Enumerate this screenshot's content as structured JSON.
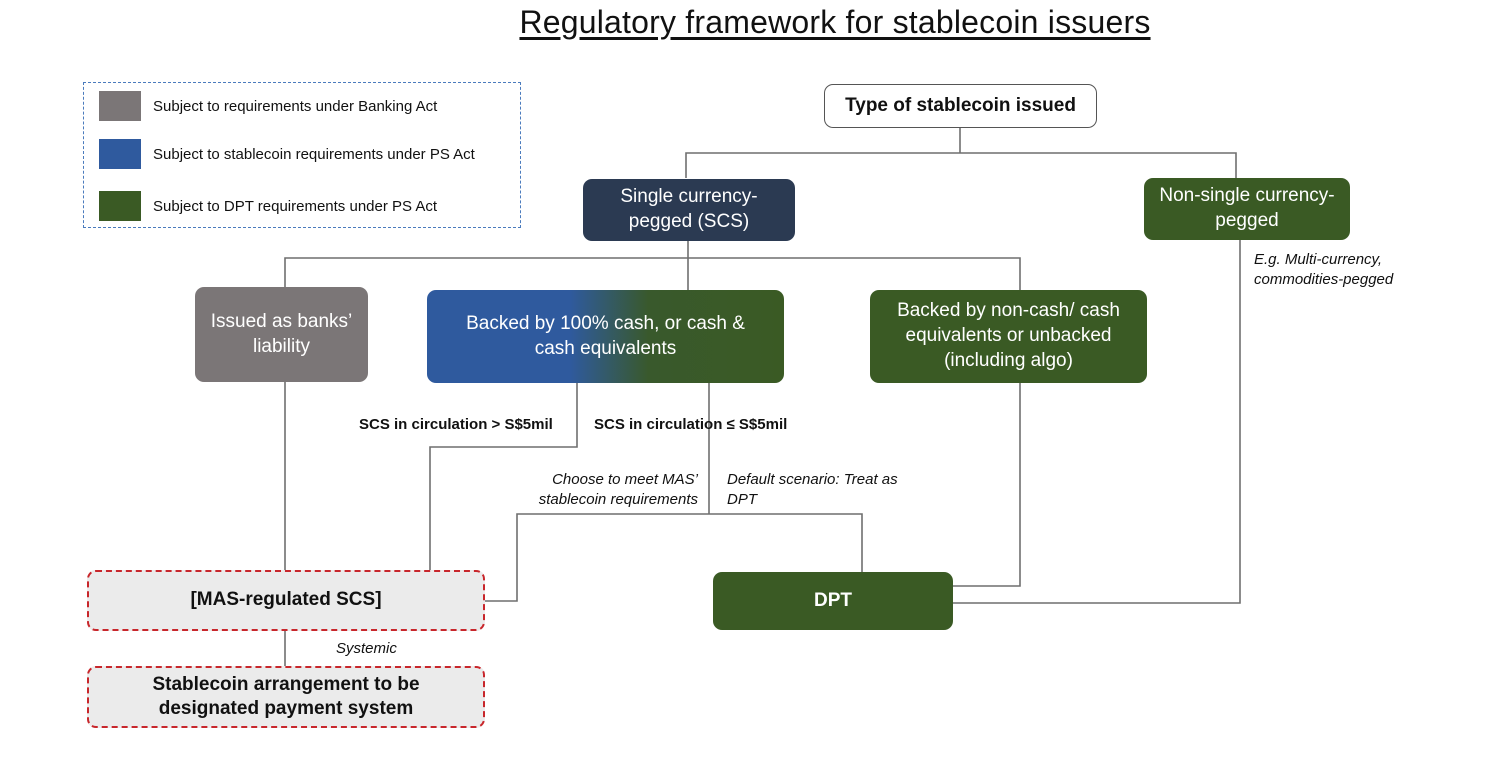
{
  "title": "Regulatory framework for stablecoin issuers",
  "legend": [
    {
      "label": "Subject to requirements under Banking Act",
      "color": "#7b7677"
    },
    {
      "label": "Subject to stablecoin requirements under PS Act",
      "color": "#2f5a9e"
    },
    {
      "label": "Subject to DPT requirements under PS Act",
      "color": "#3a5a24"
    }
  ],
  "nodes": {
    "type": "Type of stablecoin issued",
    "scs": "Single currency-pegged (SCS)",
    "non_scs": "Non-single currency-pegged",
    "bank": "Issued as banks’ liability",
    "cash": "Backed by 100% cash, or cash & cash equivalents",
    "noncash": "Backed by non-cash/ cash equivalents or unbacked (including algo)",
    "mas": "[MAS-regulated SCS]",
    "dpt": "DPT",
    "designated": "Stablecoin arrangement to be designated payment system"
  },
  "annotations": {
    "non_scs_example": "E.g. Multi-currency, commodities-pegged",
    "above_5mil": "SCS in circulation > S$5mil",
    "below_5mil": "SCS in circulation ≤ S$5mil",
    "choose": "Choose to meet MAS’ stablecoin requirements",
    "default": "Default scenario: Treat as DPT",
    "systemic": "Systemic"
  },
  "colors": {
    "line": "#6f6f6f",
    "dashed_border": "#c8262b",
    "legend_border": "#4a7bbd"
  }
}
